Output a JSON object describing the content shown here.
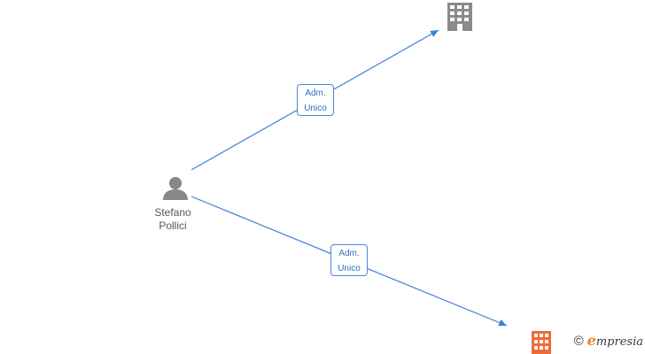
{
  "colors": {
    "edge": "#3f7fd8",
    "person": "#888888",
    "company_default": "#8a8a8a",
    "company_highlight": "#f06a35",
    "brand_accent": "#f07f1e"
  },
  "nodes": {
    "person": {
      "icon": "person-icon",
      "name_line1": "Stefano",
      "name_line2": "Pollici"
    },
    "company_top": {
      "icon": "building-icon"
    },
    "company_bottom": {
      "icon": "building-icon"
    }
  },
  "edges": [
    {
      "from": "person",
      "to": "company_top",
      "label_line1": "Adm.",
      "label_line2": "Unico"
    },
    {
      "from": "person",
      "to": "company_bottom",
      "label_line1": "Adm.",
      "label_line2": "Unico"
    }
  ],
  "brand": {
    "copyright": "©",
    "initial": "e",
    "rest": "mpresia"
  }
}
